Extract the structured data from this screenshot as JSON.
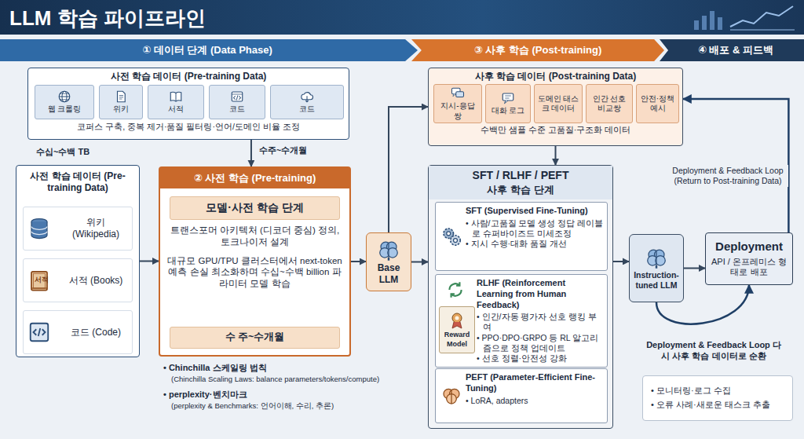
{
  "diagram": {
    "title": "LLM 학습 파이프라인",
    "nodes": [
      {
        "text": [
          "① 데이터 단계 (Data Phase)"
        ]
      },
      {
        "text": [
          "③ 사후 학습 (Post-training)"
        ]
      },
      {
        "text": [
          "④ 배포 & 피드백"
        ]
      },
      {
        "text": [
          "사전 학습 데이터 (Pre-training Data)",
          "코퍼스 구축, 중복 제거·품질 필터링·언어/도메인 비율 조정"
        ]
      },
      {
        "text": [
          "웹 크롤링"
        ],
        "in": 3
      },
      {
        "text": [
          "위키"
        ],
        "in": 3
      },
      {
        "text": [
          "서적"
        ],
        "in": 3
      },
      {
        "text": [
          "코드"
        ],
        "in": 3
      },
      {
        "text": [
          "코드"
        ],
        "in": 3
      },
      {
        "text": [
          "사후 학습 데이터 (Post-training Data)",
          "수백만 샘플 수준 고품질·구조화 데이터"
        ]
      },
      {
        "text": [
          "지시-응답 쌍"
        ],
        "in": 9
      },
      {
        "text": [
          "대화 로그"
        ],
        "in": 9
      },
      {
        "text": [
          "도메인 태스크 데이터"
        ],
        "in": 9
      },
      {
        "text": [
          "인간 선호 비교쌍"
        ],
        "in": 9
      },
      {
        "text": [
          "안전·정책 예시"
        ],
        "in": 9
      },
      {
        "text": [
          "사전 학습 데이터 (Pre-training Data)"
        ]
      },
      {
        "text": [
          "위키 (Wikipedia)"
        ],
        "in": 15
      },
      {
        "text": [
          "서적 (Books)"
        ],
        "in": 15
      },
      {
        "text": [
          "코드 (Code)"
        ],
        "in": 15
      },
      {
        "text": [
          "② 사전 학습 (Pre-training)",
          "트랜스포머 아키텍처 (디코더 중심) 정의, 토크나이저 설계",
          "대규모 GPU/TPU 클러스터에서 next-token 예측 손실 최소화하며 수십~수백 billion 파라미터 모델 학습"
        ]
      },
      {
        "text": [
          "모델·사전 학습 단계"
        ],
        "in": 19
      },
      {
        "text": [
          "수 주~수개월"
        ],
        "in": 19
      },
      {
        "text": [
          "Base LLM"
        ]
      },
      {
        "text": [
          "SFT / RLHF / PEFT",
          "사후 학습 단계"
        ]
      },
      {
        "text": [
          "SFT (Supervised Fine-Tuning)",
          "• 사람/고품질 모델 생성 정답 레이블로 슈퍼바이즈드 미세조정",
          "• 지시 수행·대화 품질 개선"
        ],
        "in": 23
      },
      {
        "text": [
          "RLHF (Reinforcement Learning from Human Feedback)",
          "• 인간/자동 평가자 선호 랭킹 부여",
          "• PPO·DPO·GRPO 등 RL 알고리즘으로 정책 업데이트",
          "• 선호 정렬·안전성 강화"
        ],
        "in": 23
      },
      {
        "text": [
          "Reward Model"
        ],
        "in": 25
      },
      {
        "text": [
          "PEFT (Parameter-Efficient Fine-Tuning)",
          "• LoRA, adapters"
        ],
        "in": 23
      },
      {
        "text": [
          "Instruction-tuned LLM"
        ]
      },
      {
        "text": [
          "Deployment",
          "API / 온프레미스 형태로 배포"
        ]
      },
      {
        "text": [
          "• 모니터링·로그 수집",
          "• 오류 사례·새로운 태스크 추출"
        ]
      }
    ],
    "edges": [
      {
        "from": 15,
        "to": 19,
        "arrow": "to"
      },
      {
        "from": 3,
        "to": 19,
        "label": "수주~수개월",
        "arrow": "to"
      },
      {
        "from": 19,
        "to": 22,
        "arrow": "to"
      },
      {
        "from": 22,
        "to": 23,
        "arrow": "to"
      },
      {
        "from": 22,
        "to": 9,
        "arrow": "to"
      },
      {
        "from": 9,
        "to": 23,
        "arrow": "to"
      },
      {
        "from": 23,
        "to": 28,
        "arrow": "to"
      },
      {
        "from": 28,
        "to": 29,
        "arrow": "to"
      },
      {
        "from": 29,
        "to": 9,
        "label": "Deployment & Feedback Loop (Return to Post-training Data)",
        "arrow": "to"
      },
      {
        "from": 28,
        "to": 29,
        "label": "Deployment & Feedback Loop 다시 사후 학습 데이터로 순환",
        "arrow": "to"
      }
    ],
    "labels": [
      "수십~수백 TB",
      "서적",
      "• Chinchilla 스케일링 법칙",
      "(Chinchilla Scaling Laws: balance parameters/tokens/compute)",
      "• perplexity·벤치마크",
      "(perplexity & Benchmarks: 언어이해, 수리, 추론)"
    ]
  }
}
